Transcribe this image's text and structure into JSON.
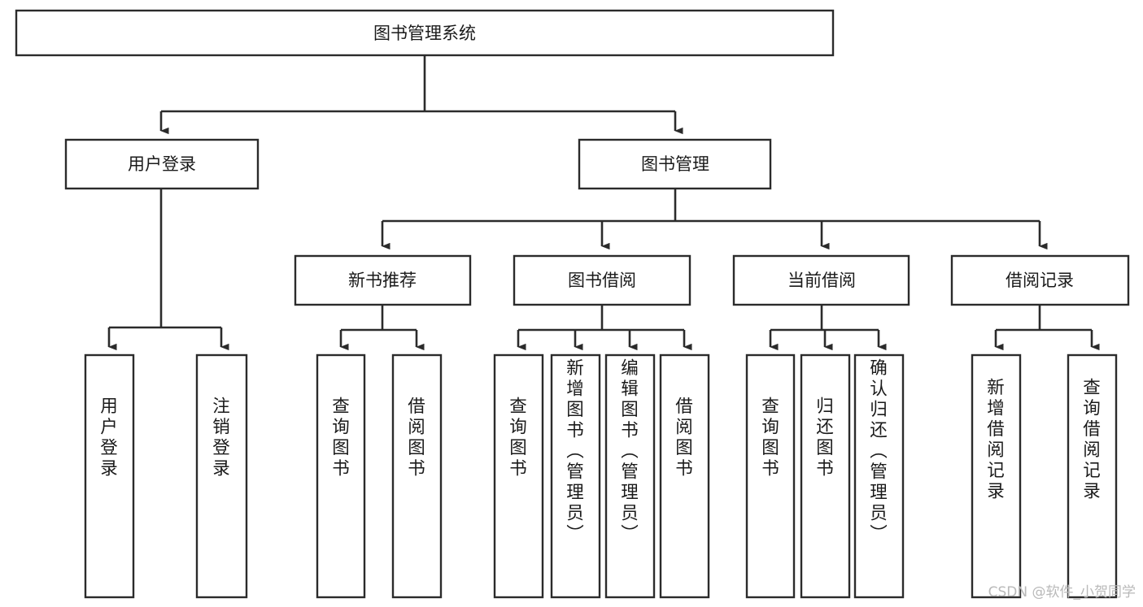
{
  "diagram": {
    "type": "tree",
    "title": "图书管理系统",
    "root": {
      "id": "root",
      "label": "图书管理系统"
    },
    "level2": [
      {
        "id": "user-login",
        "label": "用户登录"
      },
      {
        "id": "book-manage",
        "label": "图书管理"
      }
    ],
    "level3": [
      {
        "id": "new-book-rec",
        "label": "新书推荐",
        "parent": "book-manage"
      },
      {
        "id": "book-borrow",
        "label": "图书借阅",
        "parent": "book-manage"
      },
      {
        "id": "current-borrow",
        "label": "当前借阅",
        "parent": "book-manage"
      },
      {
        "id": "borrow-record",
        "label": "借阅记录",
        "parent": "book-manage"
      }
    ],
    "leaves": [
      {
        "id": "leaf-user-login",
        "label": "用户登录",
        "parent": "user-login"
      },
      {
        "id": "leaf-user-logout",
        "label": "注销登录",
        "parent": "user-login"
      },
      {
        "id": "leaf-query-book-1",
        "label": "查询图书",
        "parent": "new-book-rec"
      },
      {
        "id": "leaf-borrow-book-1",
        "label": "借阅图书",
        "parent": "new-book-rec"
      },
      {
        "id": "leaf-query-book-2",
        "label": "查询图书",
        "parent": "book-borrow"
      },
      {
        "id": "leaf-add-book",
        "label": "新增图书（管理员）",
        "parent": "book-borrow"
      },
      {
        "id": "leaf-edit-book",
        "label": "编辑图书（管理员）",
        "parent": "book-borrow"
      },
      {
        "id": "leaf-borrow-book-2",
        "label": "借阅图书",
        "parent": "book-borrow"
      },
      {
        "id": "leaf-query-book-3",
        "label": "查询图书",
        "parent": "current-borrow"
      },
      {
        "id": "leaf-return-book",
        "label": "归还图书",
        "parent": "current-borrow"
      },
      {
        "id": "leaf-confirm-return",
        "label": "确认归还（管理员）",
        "parent": "current-borrow"
      },
      {
        "id": "leaf-add-record",
        "label": "新增借阅记录",
        "parent": "borrow-record"
      },
      {
        "id": "leaf-query-record",
        "label": "查询借阅记录",
        "parent": "borrow-record"
      }
    ]
  },
  "watermark": {
    "text": "CSDN @软件_小贺同学"
  },
  "colors": {
    "stroke": "#2b2b2b",
    "box_fill": "#ffffff",
    "text": "#1a1a1a",
    "watermark": "#b9b9b9",
    "background": "#ffffff"
  }
}
